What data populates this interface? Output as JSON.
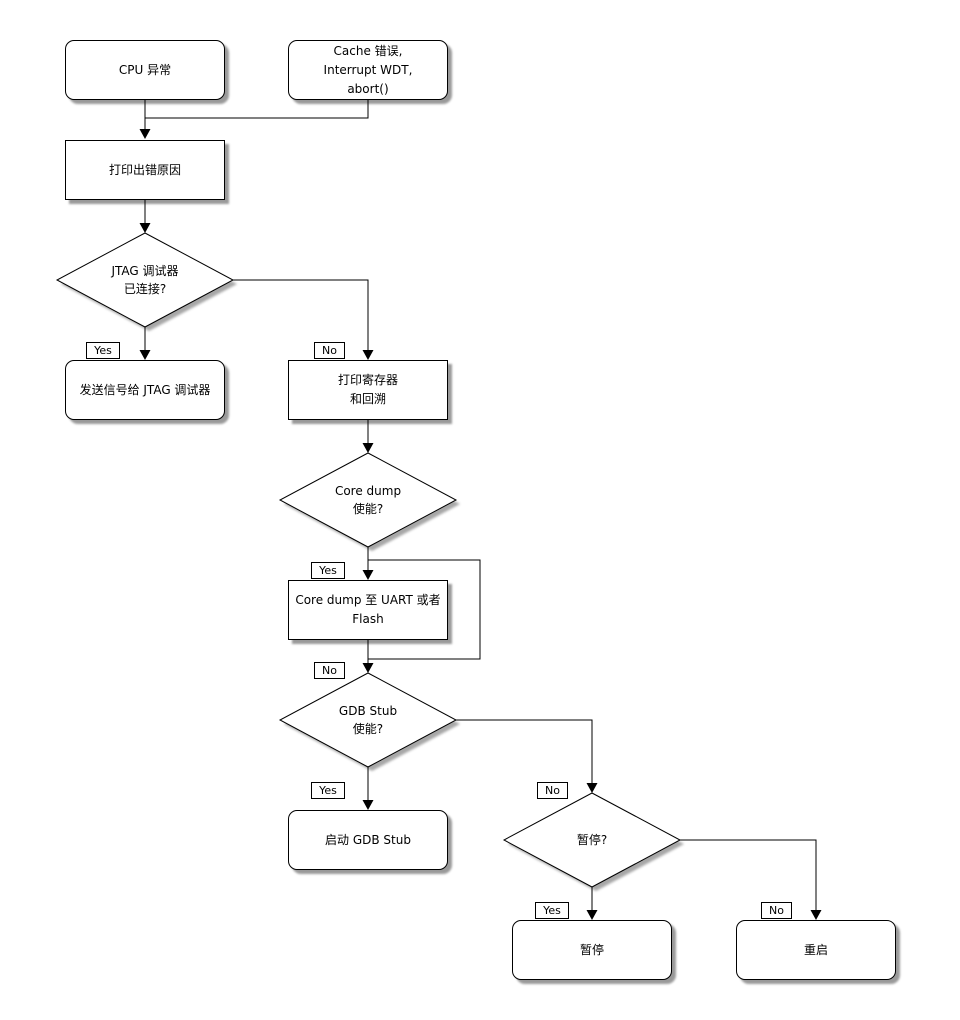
{
  "nodes": {
    "cpu_exception": {
      "label": "CPU 异常",
      "shape": "rounded"
    },
    "cache_error": {
      "label": "Cache 错误,\nInterrupt WDT,\nabort()",
      "shape": "rounded"
    },
    "print_reason": {
      "label": "打印出错原因",
      "shape": "box"
    },
    "jtag_connected": {
      "label": "JTAG 调试器\n已连接?",
      "shape": "diamond"
    },
    "send_signal_jtag": {
      "label": "发送信号给 JTAG 调试器",
      "shape": "rounded"
    },
    "print_registers": {
      "label": "打印寄存器\n和回溯",
      "shape": "box"
    },
    "coredump_enabled": {
      "label": "Core dump\n使能?",
      "shape": "diamond"
    },
    "coredump_uart_flash": {
      "label": "Core dump 至 UART 或者 Flash",
      "shape": "box"
    },
    "gdbstub_enabled": {
      "label": "GDB Stub\n使能?",
      "shape": "diamond"
    },
    "start_gdbstub": {
      "label": "启动 GDB Stub",
      "shape": "rounded"
    },
    "halt_question": {
      "label": "暂停?",
      "shape": "diamond"
    },
    "halt": {
      "label": "暂停",
      "shape": "rounded"
    },
    "reboot": {
      "label": "重启",
      "shape": "rounded"
    }
  },
  "edge_labels": {
    "yes": "Yes",
    "no": "No"
  },
  "colors": {
    "background": "#ffffff",
    "node_fill": "#ffffff",
    "node_border": "#000000",
    "line": "#000000",
    "shadow": "#8a8a8a"
  }
}
